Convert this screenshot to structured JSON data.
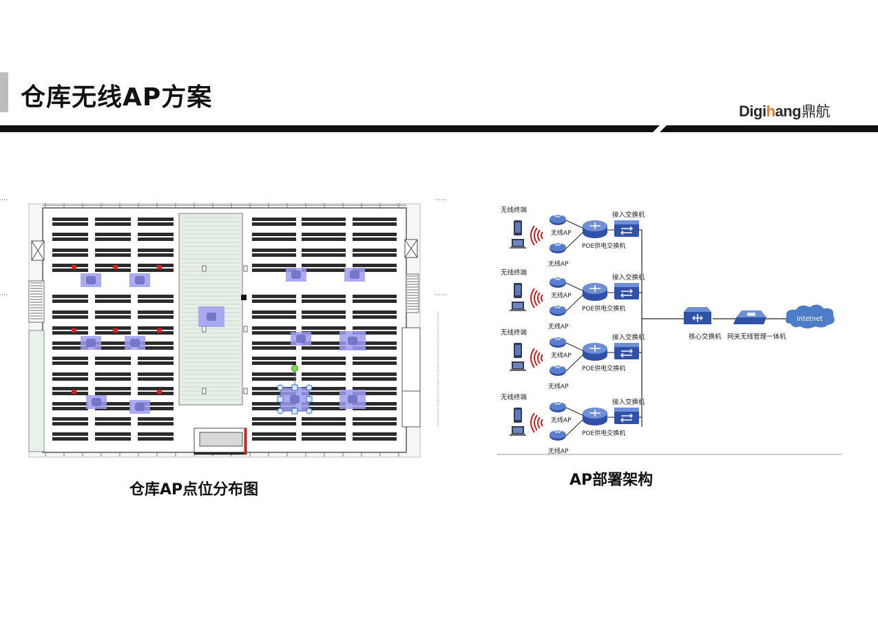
{
  "slide": {
    "title": "仓库无线AP方案",
    "logo_brand_a": "Digi",
    "logo_brand_b": "h",
    "logo_brand_c": "ang",
    "logo_cn": "鼎航"
  },
  "captions": {
    "left": "仓库AP点位分布图",
    "right": "AP部署架构"
  },
  "network": {
    "groups": [
      {
        "terminal": "无线终端",
        "ap1": "无线AP",
        "ap2": "无线AP",
        "poe": "POE供电交换机",
        "access": "接入交换机"
      },
      {
        "terminal": "无线终端",
        "ap1": "无线AP",
        "ap2": "无线AP",
        "poe": "POE供电交换机",
        "access": "接入交换机"
      },
      {
        "terminal": "无线终端",
        "ap1": "无线AP",
        "ap2": "无线AP",
        "poe": "POE供电交换机",
        "access": "接入交换机"
      },
      {
        "terminal": "无线终端",
        "ap1": "无线AP",
        "ap2": "无线AP",
        "poe": "POE供电交换机",
        "access": "接入交换机"
      }
    ],
    "core_switch": "核心交换机",
    "gateway": "网关无线管理一体机",
    "internet": "intetnet"
  },
  "colors": {
    "ap_marker": "#9d9cf0",
    "ap_marker_inner": "#6f6fc4",
    "device_blue": "#2f52a8",
    "signal_red": "#cc1c1c",
    "cloud_blue": "#4d7cc9",
    "fire_red": "#e02020"
  }
}
